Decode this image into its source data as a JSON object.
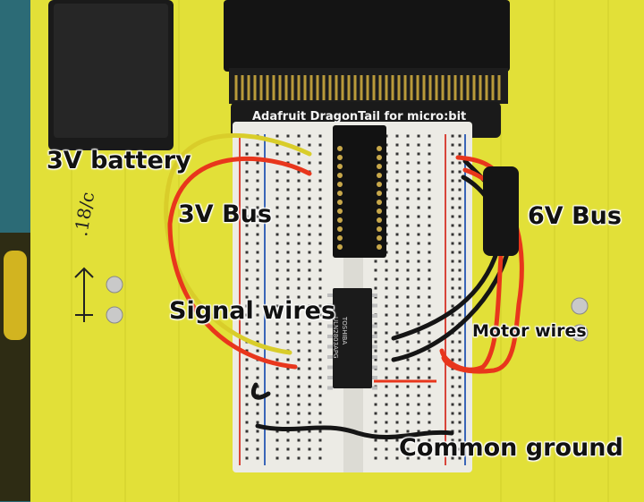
{
  "photo_description_tag": "breadboard",
  "labels": {
    "battery": "3V battery",
    "bus_3v": "3V Bus",
    "bus_6v": "6V Bus",
    "signal": "Signal wires",
    "motor": "Motor wires",
    "ground": "Common ground"
  },
  "board": {
    "header_text": "Adafruit DragonTail for micro:bit",
    "chip_line1": "TOSHIBA",
    "chip_line2": "ULN2803APG"
  },
  "handwriting": ".18/c",
  "colors": {
    "base": "#e4e23a",
    "breadboard": "#ecebe6",
    "red_wire": "#e8361c",
    "yellow_wire": "#d9cd2a",
    "black_wire": "#151515",
    "rail_red": "#d8453a",
    "rail_blue": "#3a66b8"
  }
}
